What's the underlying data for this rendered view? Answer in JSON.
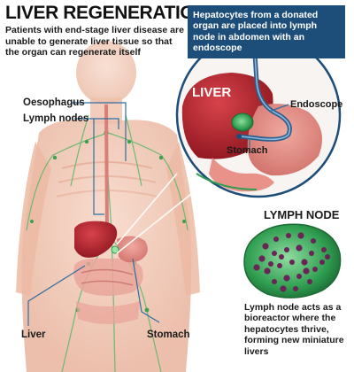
{
  "title": "LIVER REGENERATION",
  "intro": "Patients with end-stage liver disease are unable to generate liver tissue so that the organ can regenerate itself",
  "callout": "Hepatocytes from a donated organ are placed into lymph node in abdomen with an endoscope",
  "labels": {
    "oesophagus": "Oesophagus",
    "lymph_nodes": "Lymph nodes",
    "liver": "Liver",
    "stomach": "Stomach",
    "liver_zoom": "LIVER",
    "endoscope": "Endoscope",
    "stomach_zoom": "Stomach",
    "lymph_node": "LYMPH NODE"
  },
  "bioreactor": "Lymph node acts as a bioreactor where the hepatocytes thrive, forming new miniature livers",
  "colors": {
    "callout_bg": "#1d4e7a",
    "liver": "#b0202a",
    "lymph_node": "#2f9e50",
    "hepatocyte": "#6a2458",
    "skin": "#f2c7b3"
  }
}
